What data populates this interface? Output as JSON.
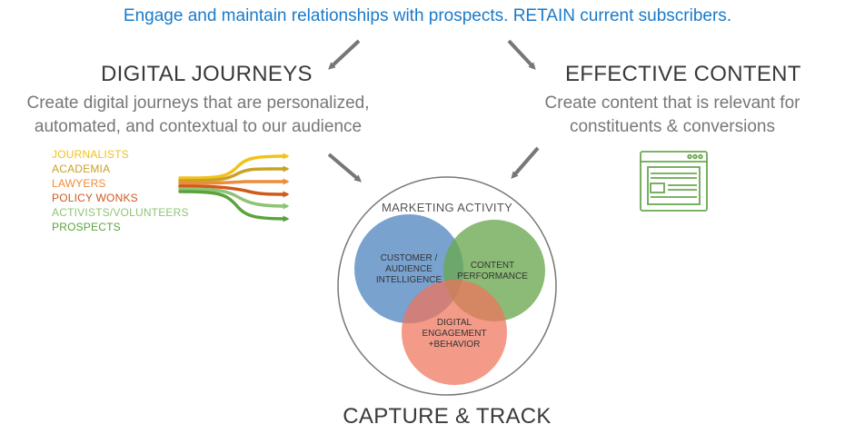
{
  "headline": "Engage and maintain relationships with prospects. RETAIN current subscribers.",
  "digital_journeys": {
    "title": "DIGITAL JOURNEYS",
    "desc_line1": "Create digital journeys that are personalized,",
    "desc_line2": "automated, and contextual to our audience"
  },
  "effective_content": {
    "title": "EFFECTIVE CONTENT",
    "desc_line1": "Create content that is relevant for",
    "desc_line2": "constituents & conversions"
  },
  "audiences": [
    {
      "label": "JOURNALISTS",
      "color": "#f2c21b"
    },
    {
      "label": "ACADEMIA",
      "color": "#c9a227"
    },
    {
      "label": "LAWYERS",
      "color": "#ef8c3a"
    },
    {
      "label": "POLICY WONKS",
      "color": "#cf5a1e"
    },
    {
      "label": "ACTIVISTS/VOLUNTEERS",
      "color": "#8fc476"
    },
    {
      "label": "PROSPECTS",
      "color": "#5aa33c"
    }
  ],
  "marketing_activity": {
    "title": "MARKETING ACTIVITY",
    "customer": {
      "line1": "CUSTOMER /",
      "line2": "AUDIENCE",
      "line3": "INTELLIGENCE",
      "color": "#5b8ec5"
    },
    "content": {
      "line1": "CONTENT",
      "line2": "PERFORMANCE",
      "color": "#6aa84f"
    },
    "engagement": {
      "line1": "DIGITAL",
      "line2": "ENGAGEMENT",
      "line3": "+BEHAVIOR",
      "color": "#f0735a"
    }
  },
  "capture_track": "CAPTURE & TRACK",
  "colors": {
    "arrow": "#777777",
    "headline": "#1a7ac9",
    "icon": "#6aa84f"
  },
  "icons": {
    "content": "web-page-icon"
  }
}
